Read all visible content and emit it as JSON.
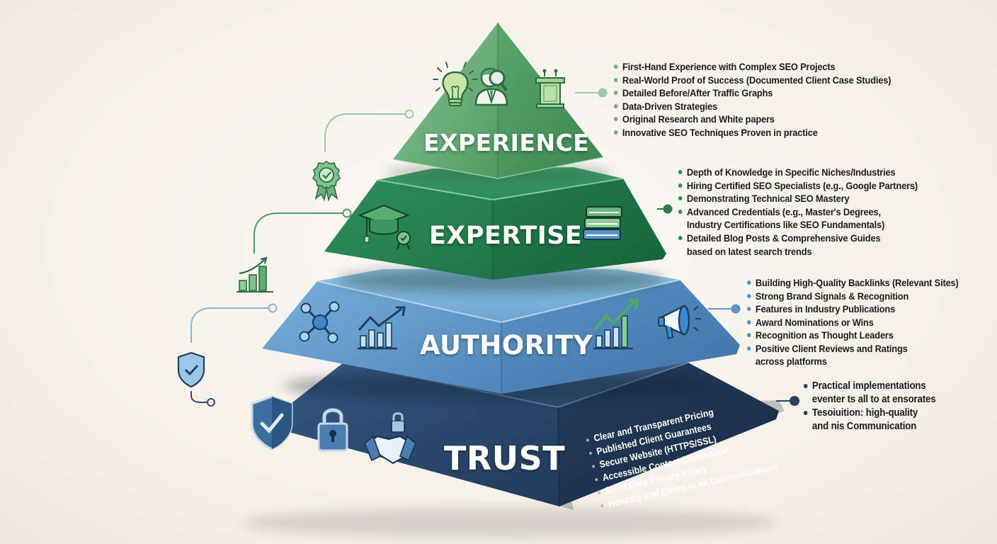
{
  "diagram": {
    "type": "pyramid",
    "subject": "E-E-A-T SEO framework",
    "colors": {
      "background": "#f4f0e7",
      "experience": "#4f9a62",
      "expertise": "#1e7a4a",
      "authority": "#4e86bb",
      "trust": "#263e5c",
      "bullet_text": "#1d1d1d"
    }
  },
  "tiers": [
    {
      "id": "experience",
      "label": "EXPERIENCE",
      "icons": [
        "lightbulb-icon",
        "person-magnifying-glass-icon",
        "podium-icon"
      ],
      "bullets": [
        "First-Hand Experience with Complex SEO Projects",
        "Real-World Proof of Success (Documented Client Case Studies)",
        "Detailed Before/After Traffic Graphs",
        "Data-Driven Strategies",
        "Original Research and White papers",
        "Innovative SEO Techniques Proven in practice"
      ]
    },
    {
      "id": "expertise",
      "label": "EXPERTISE",
      "icons": [
        "graduation-cap-icon",
        "stacked-books-icon"
      ],
      "bullets": [
        "Depth of Knowledge in Specific Niches/Industries",
        "Hiring Certified SEO Specialists (e.g., Google Partners)",
        "Demonstrating Technical SEO Mastery",
        "Advanced Credentials (e.g., Master's Degrees,",
        "Industry Certifications like SEO Fundamentals)",
        "Detailed Blog Posts & Comprehensive Guides",
        "based on latest search trends"
      ],
      "bullet_starts": [
        0,
        1,
        2,
        3,
        5
      ]
    },
    {
      "id": "authority",
      "label": "AUTHORITY",
      "icons": [
        "network-nodes-icon",
        "growth-chart-icon",
        "growth-chart-green-icon",
        "megaphone-icon"
      ],
      "bullets": [
        "Building High-Quality Backlinks (Relevant Sites)",
        "Strong Brand Signals & Recognition",
        "Features in Industry Publications",
        "Award Nominations or Wins",
        "Recognition as Thought Leaders",
        "Positive Client Reviews and Ratings",
        "across platforms"
      ],
      "bullet_starts": [
        0,
        1,
        2,
        3,
        4,
        5
      ]
    },
    {
      "id": "trust",
      "label": "TRUST",
      "icons": [
        "shield-check-icon",
        "padlock-icon",
        "handshake-lock-icon"
      ],
      "inline_bullets": [
        "Clear and Transparent Pricing",
        "Published Client Guarantees",
        "Secure Website (HTTPS/SSL)",
        "Accessible Contact Information",
        "Strict Data Privacy Policy",
        "Honesty and Ethics in all Communications"
      ],
      "bullets": [
        "Practical implementations",
        "eventer ts all to at ensorates",
        "Tesoiuition: high-quality",
        "and nis Communication"
      ],
      "bullet_starts": [
        0,
        2
      ]
    }
  ],
  "side_icons": [
    {
      "name": "award-badge-icon",
      "color": "#5fa86e"
    },
    {
      "name": "bar-chart-up-icon",
      "color": "#2f8b57"
    },
    {
      "name": "shield-check-icon",
      "color": "#5b93c4"
    }
  ]
}
